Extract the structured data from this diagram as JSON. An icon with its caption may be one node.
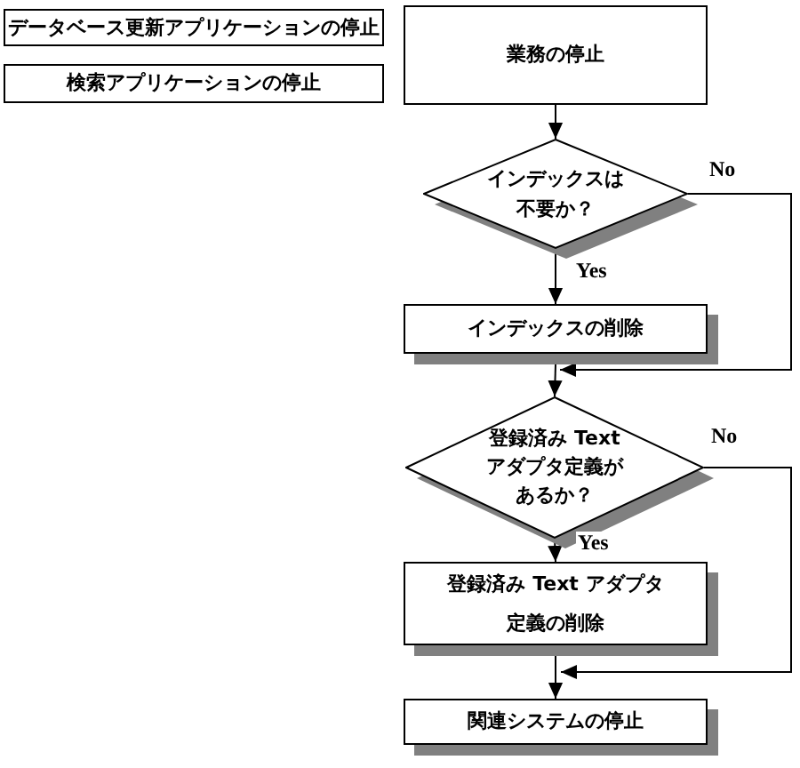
{
  "diagram": {
    "nodes": [
      {
        "text": [
          "データベース更新アプリケーションの停止"
        ]
      },
      {
        "text": [
          "検索アプリケーションの停止"
        ]
      },
      {
        "text": [
          "業務の停止"
        ]
      },
      {
        "text": [
          "インデックスは不要か？"
        ]
      },
      {
        "text": [
          "インデックスの削除"
        ]
      },
      {
        "text": [
          "登録済み Text アダプタ定義があるか？"
        ]
      },
      {
        "text": [
          "登録済み Text アダプタ定義の削除"
        ]
      },
      {
        "text": [
          "関連システムの停止"
        ]
      }
    ],
    "edges": [
      {
        "from": 2,
        "to": 3,
        "arrow": "to"
      },
      {
        "from": 3,
        "to": 4,
        "arrow": "to",
        "label": "Yes"
      },
      {
        "from": 3,
        "to": 5,
        "arrow": "to",
        "label": "No"
      },
      {
        "from": 4,
        "to": 5,
        "arrow": "to"
      },
      {
        "from": 5,
        "to": 6,
        "arrow": "to",
        "label": "Yes"
      },
      {
        "from": 5,
        "to": 7,
        "arrow": "to",
        "label": "No"
      },
      {
        "from": 6,
        "to": 7,
        "arrow": "to"
      }
    ]
  }
}
